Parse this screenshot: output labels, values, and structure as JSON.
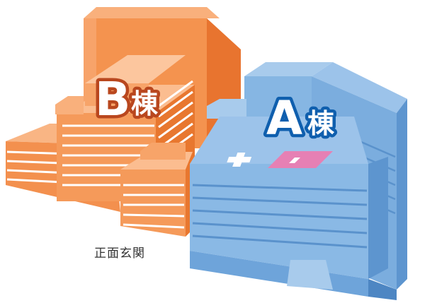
{
  "buildings": {
    "b": {
      "letter": "B",
      "suffix": "棟",
      "color": "#f0894a"
    },
    "a": {
      "letter": "A",
      "suffix": "棟",
      "color": "#7aaee0"
    }
  },
  "entrance_label": "正面玄関",
  "cross_color": "#e680b4"
}
